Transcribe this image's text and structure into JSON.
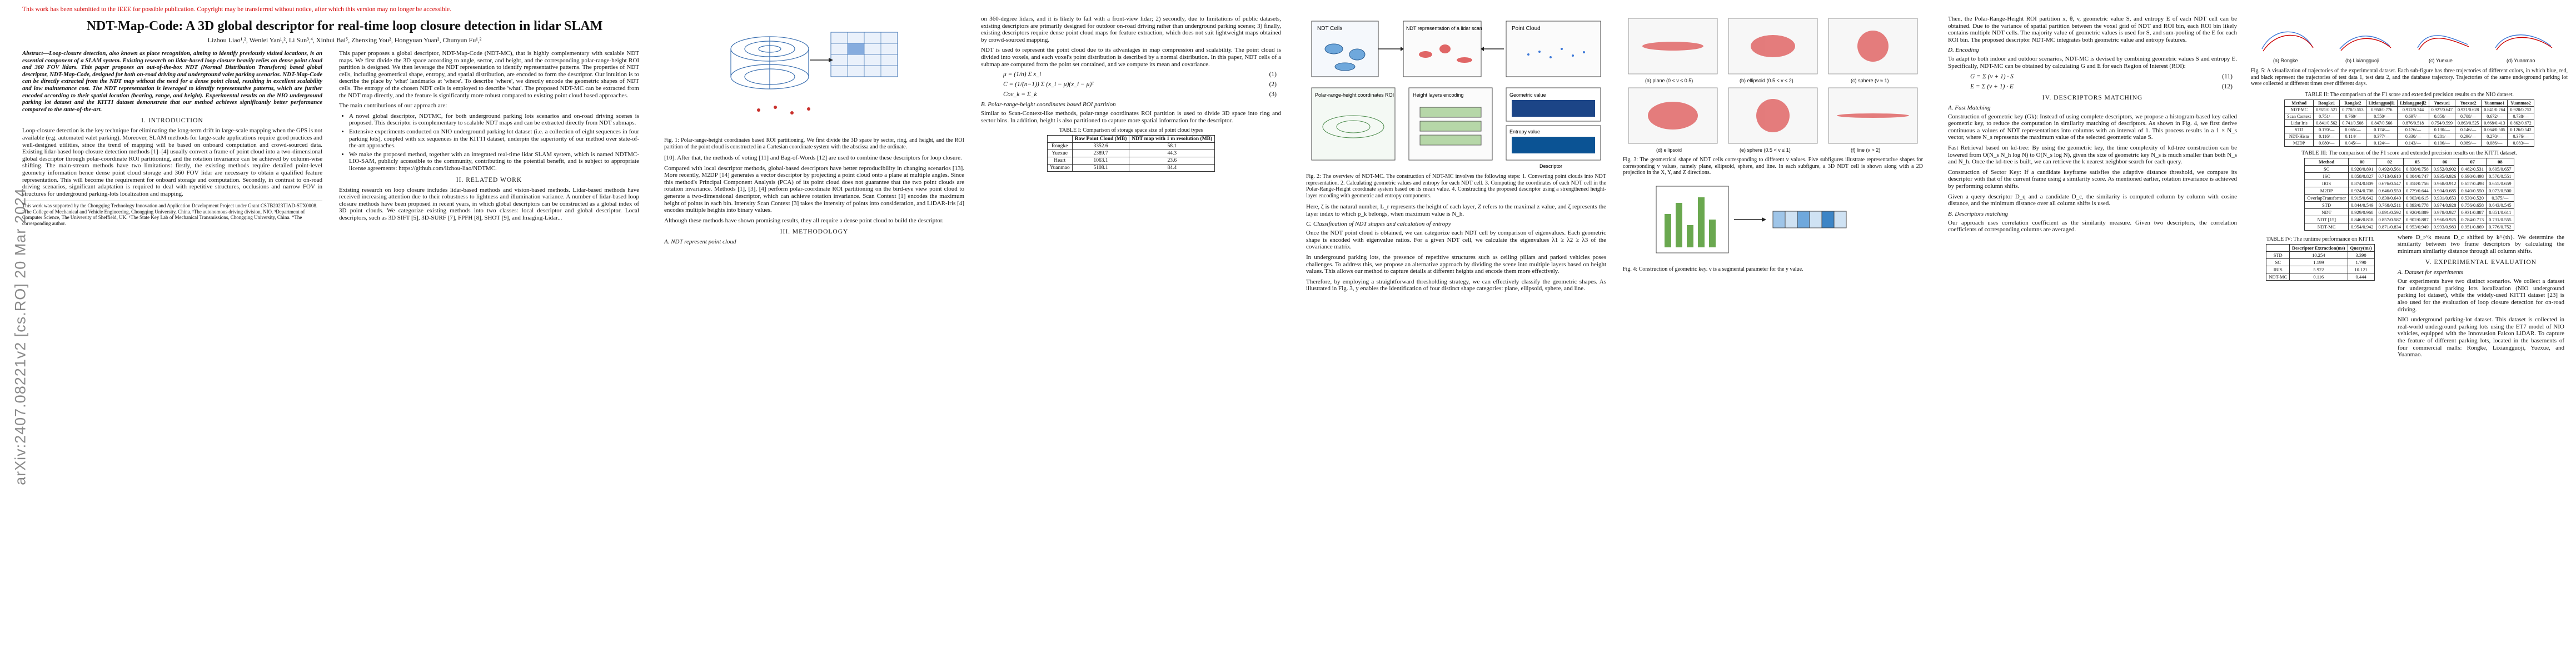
{
  "sidebar": {
    "arxiv_id": "arXiv:2407.08221v2  [cs.RO]  20 Mar 2024"
  },
  "page1": {
    "notice": "This work has been submitted to the IEEE for possible publication. Copyright may be transferred without notice, after which this version may no longer be accessible.",
    "title": "NDT-Map-Code: A 3D global descriptor for real-time loop closure detection in lidar SLAM",
    "authors": "Lizhou Liao¹,², Wenlei Yan¹,², Li Sun³,⁴, Xinhui Bai⁵, Zhenxing You², Hongyuan Yuan², Chunyun Fu¹,²",
    "abstract": "Abstract—Loop-closure detection, also known as place recognition, aiming to identify previously visited locations, is an essential component of a SLAM system. Existing research on lidar-based loop closure heavily relies on dense point cloud and 360 FOV lidars. This paper proposes an out-of-the-box NDT (Normal Distribution Transform) based global descriptor, NDT-Map-Code, designed for both on-road driving and underground valet parking scenarios. NDT-Map-Code can be directly extracted from the NDT map without the need for a dense point cloud, resulting in excellent scalability and low maintenance cost. The NDT representation is leveraged to identify representative patterns, which are further encoded according to their spatial location (bearing, range, and height). Experimental results on the NIO underground parking lot dataset and the KITTI dataset demonstrate that our method achieves significantly better performance compared to the state-of-the-art.",
    "sec1": "I. INTRODUCTION",
    "intro1": "Loop-closure detection is the key technique for eliminating the long-term drift in large-scale mapping when the GPS is not available (e.g. automated valet parking). Moreover, SLAM methods for large-scale applications require good practices and well-designed utilities, since the trend of mapping will be based on onboard computation and crowd-sourced data. Existing lidar-based loop closure detection methods [1]–[4] usually convert a frame of point cloud into a two-dimensional global descriptor through polar-coordinate ROI partitioning, and the rotation invariance can be achieved by column-wise shifting. The main-stream methods have two limitations: firstly, the existing methods require detailed point-level geometry information hence dense point cloud storage and 360 FOV lidar are necessary to obtain a qualified feature representation. This will become the requirement for onboard storage and computation. Secondly, in contrast to on-road driving scenarios, significant adaptation is required to deal with repetitive structures, occlusions and narrow FOV in structures for underground parking-lots localization and mapping.",
    "footnote": "This work was supported by the Chongqing Technology Innovation and Application Development Project under Grant CSTB2023TIAD-STX0008. ¹The College of Mechanical and Vehicle Engineering, Chongqing University, China. ²The autonomous driving division, NIO. ³Department of Computer Science, The University of Sheffield, UK. ⁴The State Key Lab of Mechanical Transmissions, Chongqing University, China. *The corresponding author.",
    "right1": "This paper proposes a global descriptor, NDT-Map-Code (NDT-MC), that is highly complementary with scalable NDT maps. We first divide the 3D space according to angle, sector, and height, and the corresponding polar-range-height ROI partition is designed. We then leverage the NDT representation to identify representative patterns. The properties of NDT cells, including geometrical shape, entropy, and spatial distribution, are encoded to form the descriptor. Our intuition is to describe the place by 'what' landmarks at 'where'. To describe 'where', we directly encode the geometric shapes of NDT cells. The entropy of the chosen NDT cells is employed to describe 'what'. The proposed NDT-MC can be extracted from the NDT map directly, and the feature is significantly more robust compared to existing point cloud based approaches.",
    "contrib_intro": "The main contributions of our approach are:",
    "contribs": [
      "A novel global descriptor, NDTMC, for both underground parking lots scenarios and on-road driving scenes is proposed. This descriptor is complementary to scalable NDT maps and can be extracted directly from NDT submaps.",
      "Extensive experiments conducted on NIO underground parking lot dataset (i.e. a collection of eight sequences in four parking lots), coupled with six sequences in the KITTI dataset, underpin the superiority of our method over state-of-the-art approaches.",
      "We make the proposed method, together with an integrated real-time lidar SLAM system, which is named NDTMC-LIO-SAM, publicly accessible to the community, contributing to the potential benefit, and is subject to appropriate license agreements: https://github.com/lizhou-liao/NDTMC."
    ],
    "sec2": "II. RELATED WORK",
    "related1": "Existing research on loop closure includes lidar-based methods and vision-based methods. Lidar-based methods have received increasing attention due to their robustness to lightness and illumination variance. A number of lidar-based loop closure methods have been proposed in recent years, in which global descriptors can be constructed as a global index of 3D point clouds. We categorize existing methods into two classes: local descriptor and global descriptor. Local descriptors, such as 3D SIFT [5], 3D-SURF [7], FPFH [8], SHOT [9], and Imaging-Lidar..."
  },
  "page2": {
    "fig1_caption": "Fig. 1: Polar-range-height coordinates based ROI partitioning. We first divide the 3D space by sector, ring, and height, and the ROI partition of the point cloud is constructed in a Cartesian coordinate system with the abscissa and the ordinate.",
    "p_left1": "[10]. After that, the methods of voting [11] and Bag-of-Words [12] are used to combine these descriptors for loop closure.",
    "p_left2": "Compared with local descriptor methods, global-based descriptors have better reproducibility in changing scenarios [13]. More recently, M2DP [14] generates a vector descriptor by projecting a point cloud onto a plane at multiple angles. Since this method's Principal Component Analysis (PCA) of its point cloud does not guarantee that the two point clouds are rotation invariance. Methods [1], [3], [4] perform polar-coordinate ROI partitioning on the bird-eye view point cloud to generate a two-dimensional descriptor, which can achieve rotation invariance. Scan Context [1] encodes the maximum height of points in each bin. Intensity Scan Context [3] takes the intensity of points into consideration, and LiDAR-Iris [4] encodes multiple heights into binary values.",
    "p_left3": "Although these methods have shown promising results, they all require a dense point cloud to build the descriptor.",
    "sec3": "III. METHODOLOGY",
    "sub_a": "A. NDT represent point cloud",
    "p_right1": "on 360-degree lidars, and it is likely to fail with a front-view lidar; 2) secondly, due to limitations of public datasets, existing descriptors are primarily designed for outdoor on-road driving rather than underground parking scenes; 3) finally, existing descriptors require dense point cloud maps for feature extraction, which does not suit lightweight maps obtained by crowd-sourced mapping.",
    "p_right2": "NDT is used to represent the point cloud due to its advantages in map compression and scalability. The point cloud is divided into voxels, and each voxel's point distribution is described by a normal distribution. In this paper, NDT cells of a submap are computed from the point set contained, and we compute its mean and covariance.",
    "eq1": "μ = (1/n) Σ x_i",
    "eq2": "C = (1/(n−1)) Σ (x_i − μ)(x_i − μ)ᵀ",
    "eq3": "Cov_k = Σ_k",
    "sub_b": "B. Polar-range-height coordinates based ROI partition",
    "p_right3": "Similar to Scan-Context-like methods, polar-range coordinates ROI partition is used to divide 3D space into ring and sector bins. In addition, height is also partitioned to capture more spatial information for the descriptor.",
    "table1_caption": "TABLE I: Comparison of storage space size of point cloud types",
    "table1_head": [
      "",
      "Raw Point Cloud (MB)",
      "NDT map with 1 m resolution (MB)"
    ],
    "table1_rows": [
      [
        "Rongke",
        "3352.6",
        "58.1"
      ],
      [
        "Yuexue",
        "2389.7",
        "44.3"
      ],
      [
        "Heart",
        "1063.1",
        "23.6"
      ],
      [
        "Yuanmao",
        "5108.1",
        "84.4"
      ]
    ]
  },
  "page3": {
    "fig2_caption": "Fig. 2: The overview of NDT-MC. The construction of NDT-MC involves the following steps: 1. Converting point clouds into NDT representation. 2. Calculating geometric values and entropy for each NDT cell. 3. Computing the coordinates of each NDT cell in the Polar-Range-Height coordinate system based on its mean value. 4. Constructing the proposed descriptor using a strengthened height-layer encoding with geometric and entropy components.",
    "fig2_labels": [
      "NDT Cells",
      "NDT representation of a lidar scan",
      "Point Cloud",
      "Polar-range-height coordinates ROI",
      "Height layers encoding",
      "Geometric value",
      "Entropy value",
      "Descriptor"
    ],
    "fig3_caption": "Fig. 3: The geometrical shape of NDT cells corresponding to different v values. Five subfigures illustrate representative shapes for corresponding v values, namely plane, ellipsoid, sphere, and line. In each subfigure, a 3D NDT cell is shown along with a 2D projection in the X, Y, and Z directions.",
    "fig3_labels": [
      "(a) plane (0 < v ≤ 0.5)",
      "(b) ellipsoid (0.5 < v ≤ 2)",
      "(c) sphere (v ≈ 1)",
      "(d) ellipsoid",
      "(e) sphere (0.5 < v ≤ 1)",
      "(f) line (v > 2)"
    ],
    "fig4_caption": "Fig. 4: Construction of geometric key. v is a segmental parameter for the y value.",
    "sub_c": "C. Classification of NDT shapes and calculation of entropy",
    "p_c1": "Once the NDT point cloud is obtained, we can categorize each NDT cell by comparison of eigenvalues. Each geometric shape is encoded with eigenvalue ratios. For a given NDT cell, we calculate the eigenvalues λ1 ≥ λ2 ≥ λ3 of the covariance matrix.",
    "p_c2": "Here, ζ is the natural number, L_r represents the height of each layer, Z refers to the maximal z value, and ζ represents the layer index to which p_k belongs, when maximum value is N_h.",
    "p_c3": "In underground parking lots, the presence of repetitive structures such as ceiling pillars and parked vehicles poses challenges. To address this, we propose an alternative approach by dividing the scene into multiple layers based on height values. This allows our method to capture details at different heights and encode them more effectively.",
    "p_c4": "Therefore, by employing a straightforward thresholding strategy, we can effectively classify the geometric shapes. As illustrated in Fig. 3, y enables the identification of four distinct shape categories: plane, ellipsoid, sphere, and line."
  },
  "page4": {
    "fig5_caption": "Fig. 5: A visualization of trajectories of the experimental dataset. Each sub-figure has three trajectories of different colors, in which blue, red, and black represent the trajectories of test data 1, test data 2, and the database trajectory. Trajectories of the same underground parking lot were collected at different times over different days.",
    "fig5_labels": [
      "(a) Rongke",
      "(b) Lixiangguoji",
      "(c) Yuexue",
      "(d) Yuanmao"
    ],
    "p_top1": "Then, the Polar-Range-Height ROI partition x, θ, v, geometric value S, and entropy E of each NDT cell can be obtained. Due to the variance of spatial partition between the voxel grid of NDT and ROI bin, each ROI bin likely contains multiple NDT cells. The majority value of geometric values is used for S, and sum-pooling of the E for each ROI bin. The proposed descriptor NDT-MC integrates both geometric value and entropy features.",
    "sub_d": "D. Encoding",
    "p_top2": "To adapt to both indoor and outdoor scenarios, NDT-MC is devised by combining geometric values S and entropy E. Specifically, NDT-MC can be obtained by calculating G and E for each Region of Interest (ROI):",
    "eq11": "G = Σ (v + 1) · S",
    "eq12": "E = Σ (v + 1) · E",
    "sec4": "IV. DESCRIPTORS MATCHING",
    "sub_fast": "A. Fast Matching",
    "p_fast": "Construction of geometric key (Gk): Instead of using complete descriptors, we propose a histogram-based key called geometric key, to reduce the computation in similarity matching of descriptors. As shown in Fig. 4, we first derive continuous a values of NDT representations into columns with an interval of 1. This process results in a 1 × N_s vector, where N_s represents the maximum value of the selected geometric value S.",
    "p_kd": "Fast Retrieval based on kd-tree: By using the geometric key, the time complexity of kd-tree construction can be lowered from O(N_s N_h log N) to O(N_s log N), given the size of geometric key N_s is much smaller than both N_s and N_h. Once the kd-tree is built, we can retrieve the k nearest neighbor search for each query.",
    "p_cands": "Construction of Sector Key: If a candidate keyframe satisfies the adaptive distance threshold, we compare its descriptor with that of the current frame using a similarity score. As mentioned earlier, rotation invariance is achieved by performing column shifts.",
    "table2_caption": "TABLE II: The comparison of the F1 score and extended precision results on the NIO dataset.",
    "table2_head": [
      "Method",
      "Rongke1",
      "Rongke2",
      "Lixiangguoji1",
      "Lixiangguoji2",
      "Yuexue1",
      "Yuexue2",
      "Yuanmao1",
      "Yuanmao2"
    ],
    "table2_rows": [
      [
        "NDT-MC",
        "0.921/0.521",
        "0.770/0.553",
        "0.950/0.776",
        "0.912/0.744",
        "0.927/0.647",
        "0.921/0.628",
        "0.841/0.764",
        "0.920/0.752"
      ],
      [
        "Scan Context",
        "0.751/—",
        "0.760/—",
        "0.550/—",
        "0.697/—",
        "0.850/—",
        "0.708/—",
        "0.672/—",
        "0.738/—"
      ],
      [
        "Lidar Iris",
        "0.841/0.562",
        "0.741/0.508",
        "0.847/0.566",
        "0.876/0.518",
        "0.754/0.599",
        "0.863/0.525",
        "0.668/0.413",
        "0.862/0.672"
      ],
      [
        "STD",
        "0.170/—",
        "0.065/—",
        "0.174/—",
        "0.176/—",
        "0.130/—",
        "0.146/—",
        "0.064/0.505",
        "0.126/0.542"
      ],
      [
        "NDT-Histo",
        "0.116/—",
        "0.114/—",
        "0.377/—",
        "0.330/—",
        "0.281/—",
        "0.296/—",
        "0.270/—",
        "0.376/—"
      ],
      [
        "M2DP",
        "0.080/—",
        "0.045/—",
        "0.124/—",
        "0.143/—",
        "0.106/—",
        "0.089/—",
        "0.086/—",
        "0.083/—"
      ]
    ],
    "table3_caption": "TABLE III: The comparison of the F1 score and extended precision results on the KITTI dataset.",
    "table3_head": [
      "Method",
      "00",
      "02",
      "05",
      "06",
      "07",
      "08"
    ],
    "table3_rows": [
      [
        "SC",
        "0.920/0.891",
        "0.492/0.561",
        "0.838/0.758",
        "0.952/0.902",
        "0.482/0.531",
        "0.605/0.657"
      ],
      [
        "ISC",
        "0.858/0.827",
        "0.713/0.610",
        "0.804/0.747",
        "0.935/0.926",
        "0.690/0.498",
        "0.570/0.551"
      ],
      [
        "IRIS",
        "0.874/0.809",
        "0.676/0.547",
        "0.858/0.756",
        "0.968/0.912",
        "0.657/0.498",
        "0.655/0.659"
      ],
      [
        "M2DP",
        "0.924/0.708",
        "0.646/0.550",
        "0.779/0.644",
        "0.904/0.685",
        "0.640/0.550",
        "0.073/0.500"
      ],
      [
        "OverlapTransformer",
        "0.915/0.642",
        "0.830/0.640",
        "0.903/0.615",
        "0.931/0.653",
        "0.530/0.520",
        "0.375/—"
      ],
      [
        "STD",
        "0.844/0.549",
        "0.768/0.511",
        "0.893/0.778",
        "0.974/0.928",
        "0.756/0.658",
        "0.643/0.545"
      ],
      [
        "NDT",
        "0.929/0.968",
        "0.891/0.592",
        "0.920/0.889",
        "0.978/0.927",
        "0.931/0.887",
        "0.851/0.611"
      ],
      [
        "NDT [15]",
        "0.846/0.818",
        "0.857/0.587",
        "0.902/0.887",
        "0.960/0.925",
        "0.784/0.713",
        "0.731/0.555"
      ],
      [
        "NDT-MC",
        "0.954/0.942",
        "0.871/0.834",
        "0.953/0.949",
        "0.993/0.983",
        "0.951/0.869",
        "0.776/0.752"
      ]
    ],
    "table4_caption": "TABLE IV: The runtime performance on KITTI.",
    "table4_head": [
      "",
      "Descriptor Extraction(ms)",
      "Query(ms)"
    ],
    "table4_rows": [
      [
        "STD",
        "10.254",
        "3.390"
      ],
      [
        "SC",
        "1.199",
        "1.790"
      ],
      [
        "IRIS",
        "5.922",
        "10.121"
      ],
      [
        "NDT-MC",
        "0.116",
        "0.444"
      ]
    ],
    "p_dist": "Given a query descriptor D_q and a candidate D_c, the similarity is computed column by column with cosine distance, and the minimum distance over all column shifts is used.",
    "sub_desc": "B. Descriptors matching",
    "p_desc": "Our approach uses correlation coefficient as the similarity measure. Given two descriptors, the correlation coefficients of corresponding columns are averaged.",
    "p_right_top": "where D_r^k means D_c shifted by k^{th}. We determine the similarity between two frame descriptors by calculating the minimum similarity distance through all column shifts.",
    "sec5": "V. EXPERIMENTAL EVALUATION",
    "sub_dataset": "A. Dataset for experiments",
    "p_data1": "Our experiments have two distinct scenarios. We collect a dataset for underground parking lots localization (NIO underground parking lot dataset), while the widely-used KITTI dataset [23] is also used for the evaluation of loop closure detection for on-road driving.",
    "p_data2": "NIO underground parking-lot dataset. This dataset is collected in real-world underground parking lots using the ET7 model of NIO vehicles, equipped with the Innovusion Falcon LiDAR. To capture the feature of different parking lots, located in the basements of four commercial malls: Rongke, Lixiangguoji, Yuexue, and Yuanmao."
  }
}
